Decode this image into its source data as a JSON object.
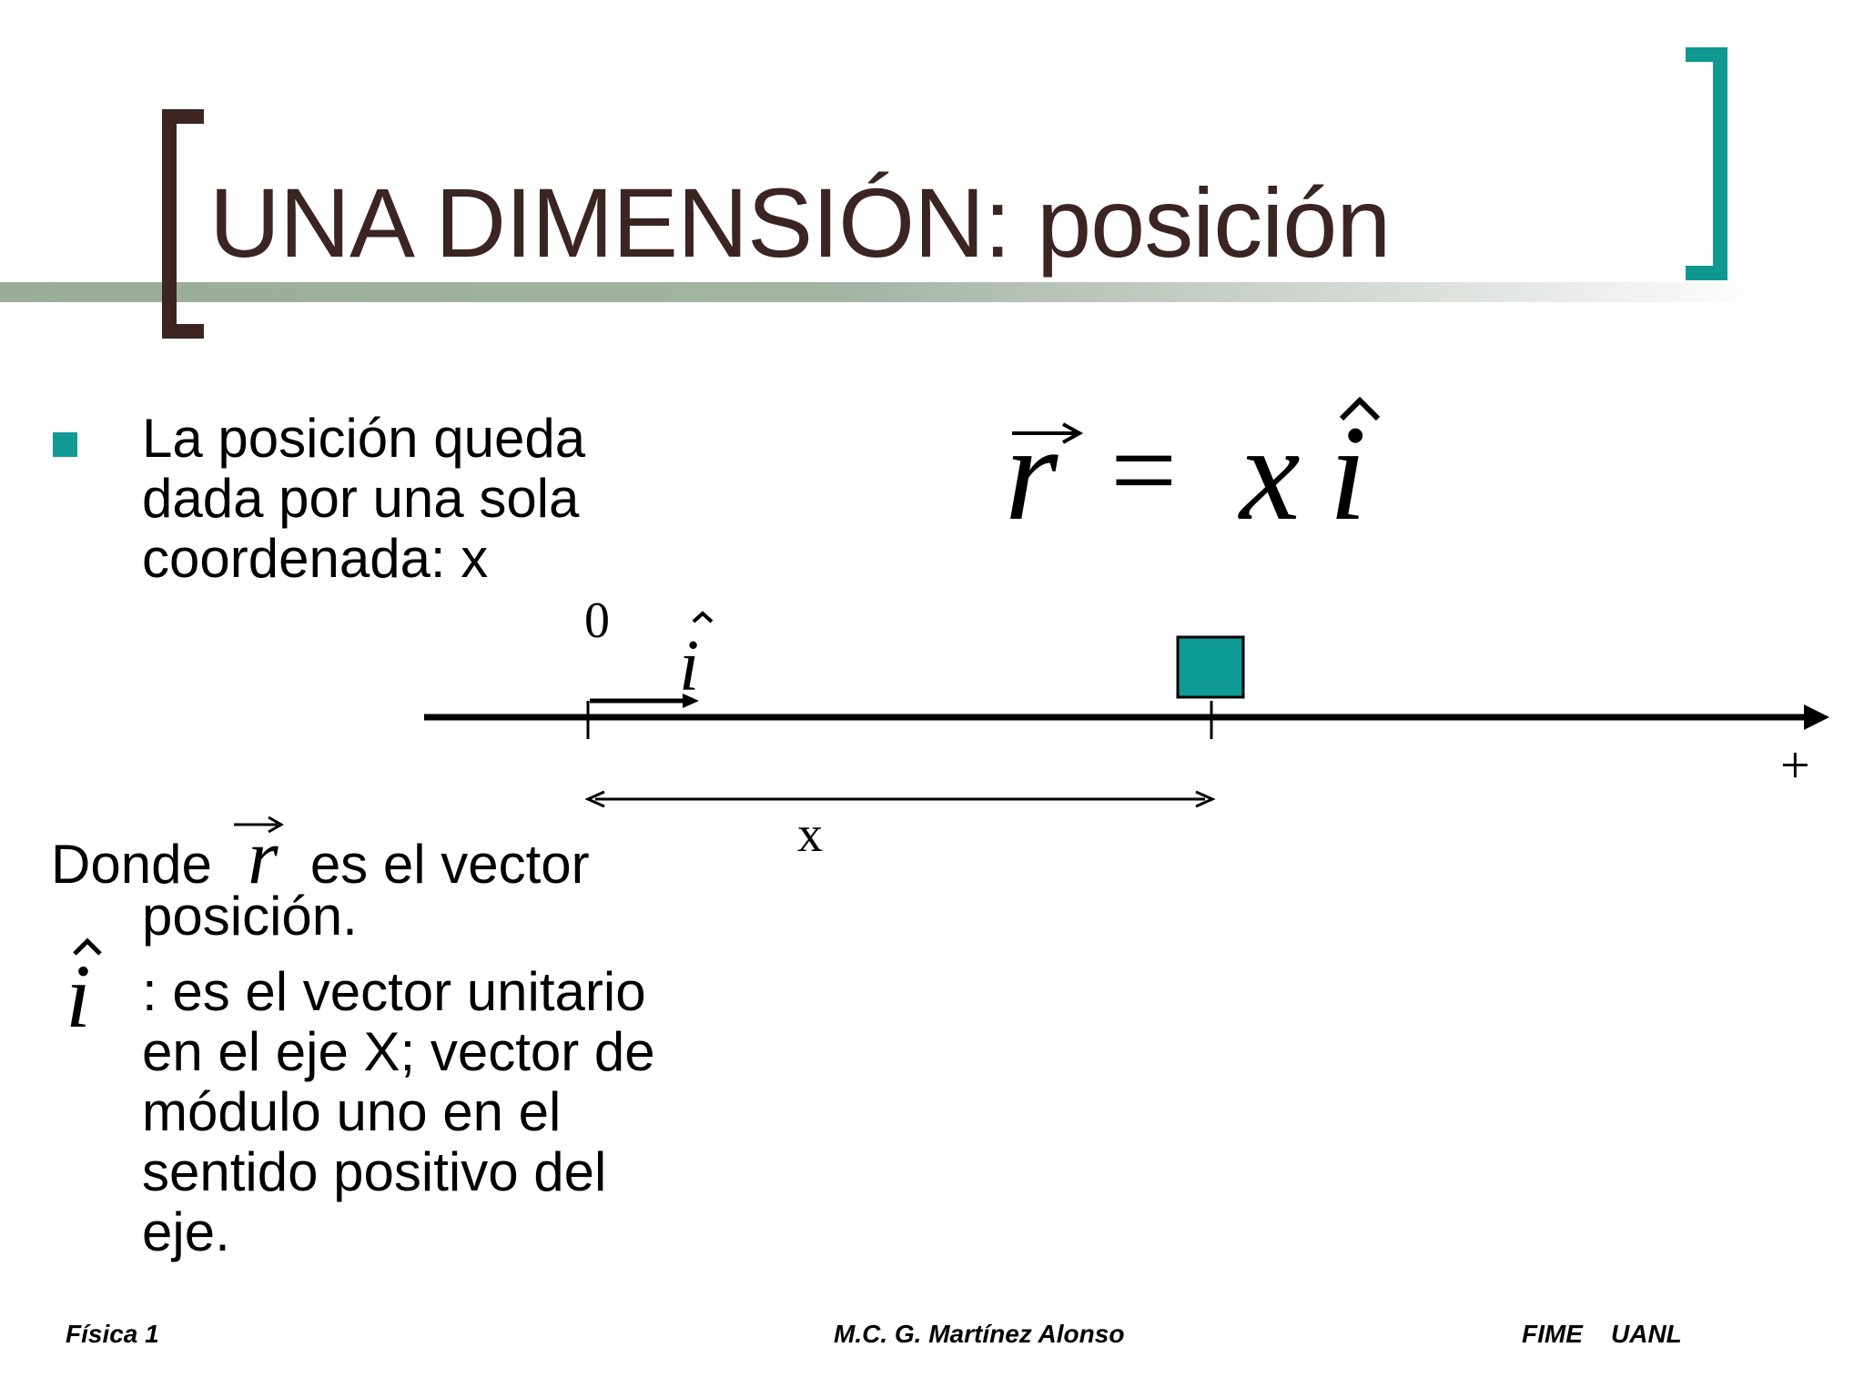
{
  "slide": {
    "title": "UNA DIMENSIÓN: posición",
    "accent_colors": {
      "title_bracket_left": "#3a2523",
      "title_bracket_right": "#0f9890",
      "bullet": "#129a94",
      "block": "#0e9a95"
    }
  },
  "bullet": {
    "lines": [
      "La posición queda",
      "dada por una sola",
      "coordenada: x"
    ]
  },
  "formula": {
    "lhs": "r",
    "equals": "=",
    "rhs_x": "x",
    "rhs_i": "i"
  },
  "axis": {
    "origin_label": "0",
    "unit_vector_label": "i",
    "plus_label": "+",
    "distance_label": "x"
  },
  "explanation": {
    "line1_before": "Donde",
    "line1_symbol": "r",
    "line1_after": "es el vector",
    "line2": "posición.",
    "unit_symbol": "i",
    "unit_lines": [
      ": es el vector unitario",
      "en el eje X; vector de",
      "módulo uno en el",
      "sentido positivo del",
      "eje."
    ]
  },
  "footer": {
    "left": "Física 1",
    "center": "M.C. G. Martínez Alonso",
    "right": "FIME    UANL"
  }
}
